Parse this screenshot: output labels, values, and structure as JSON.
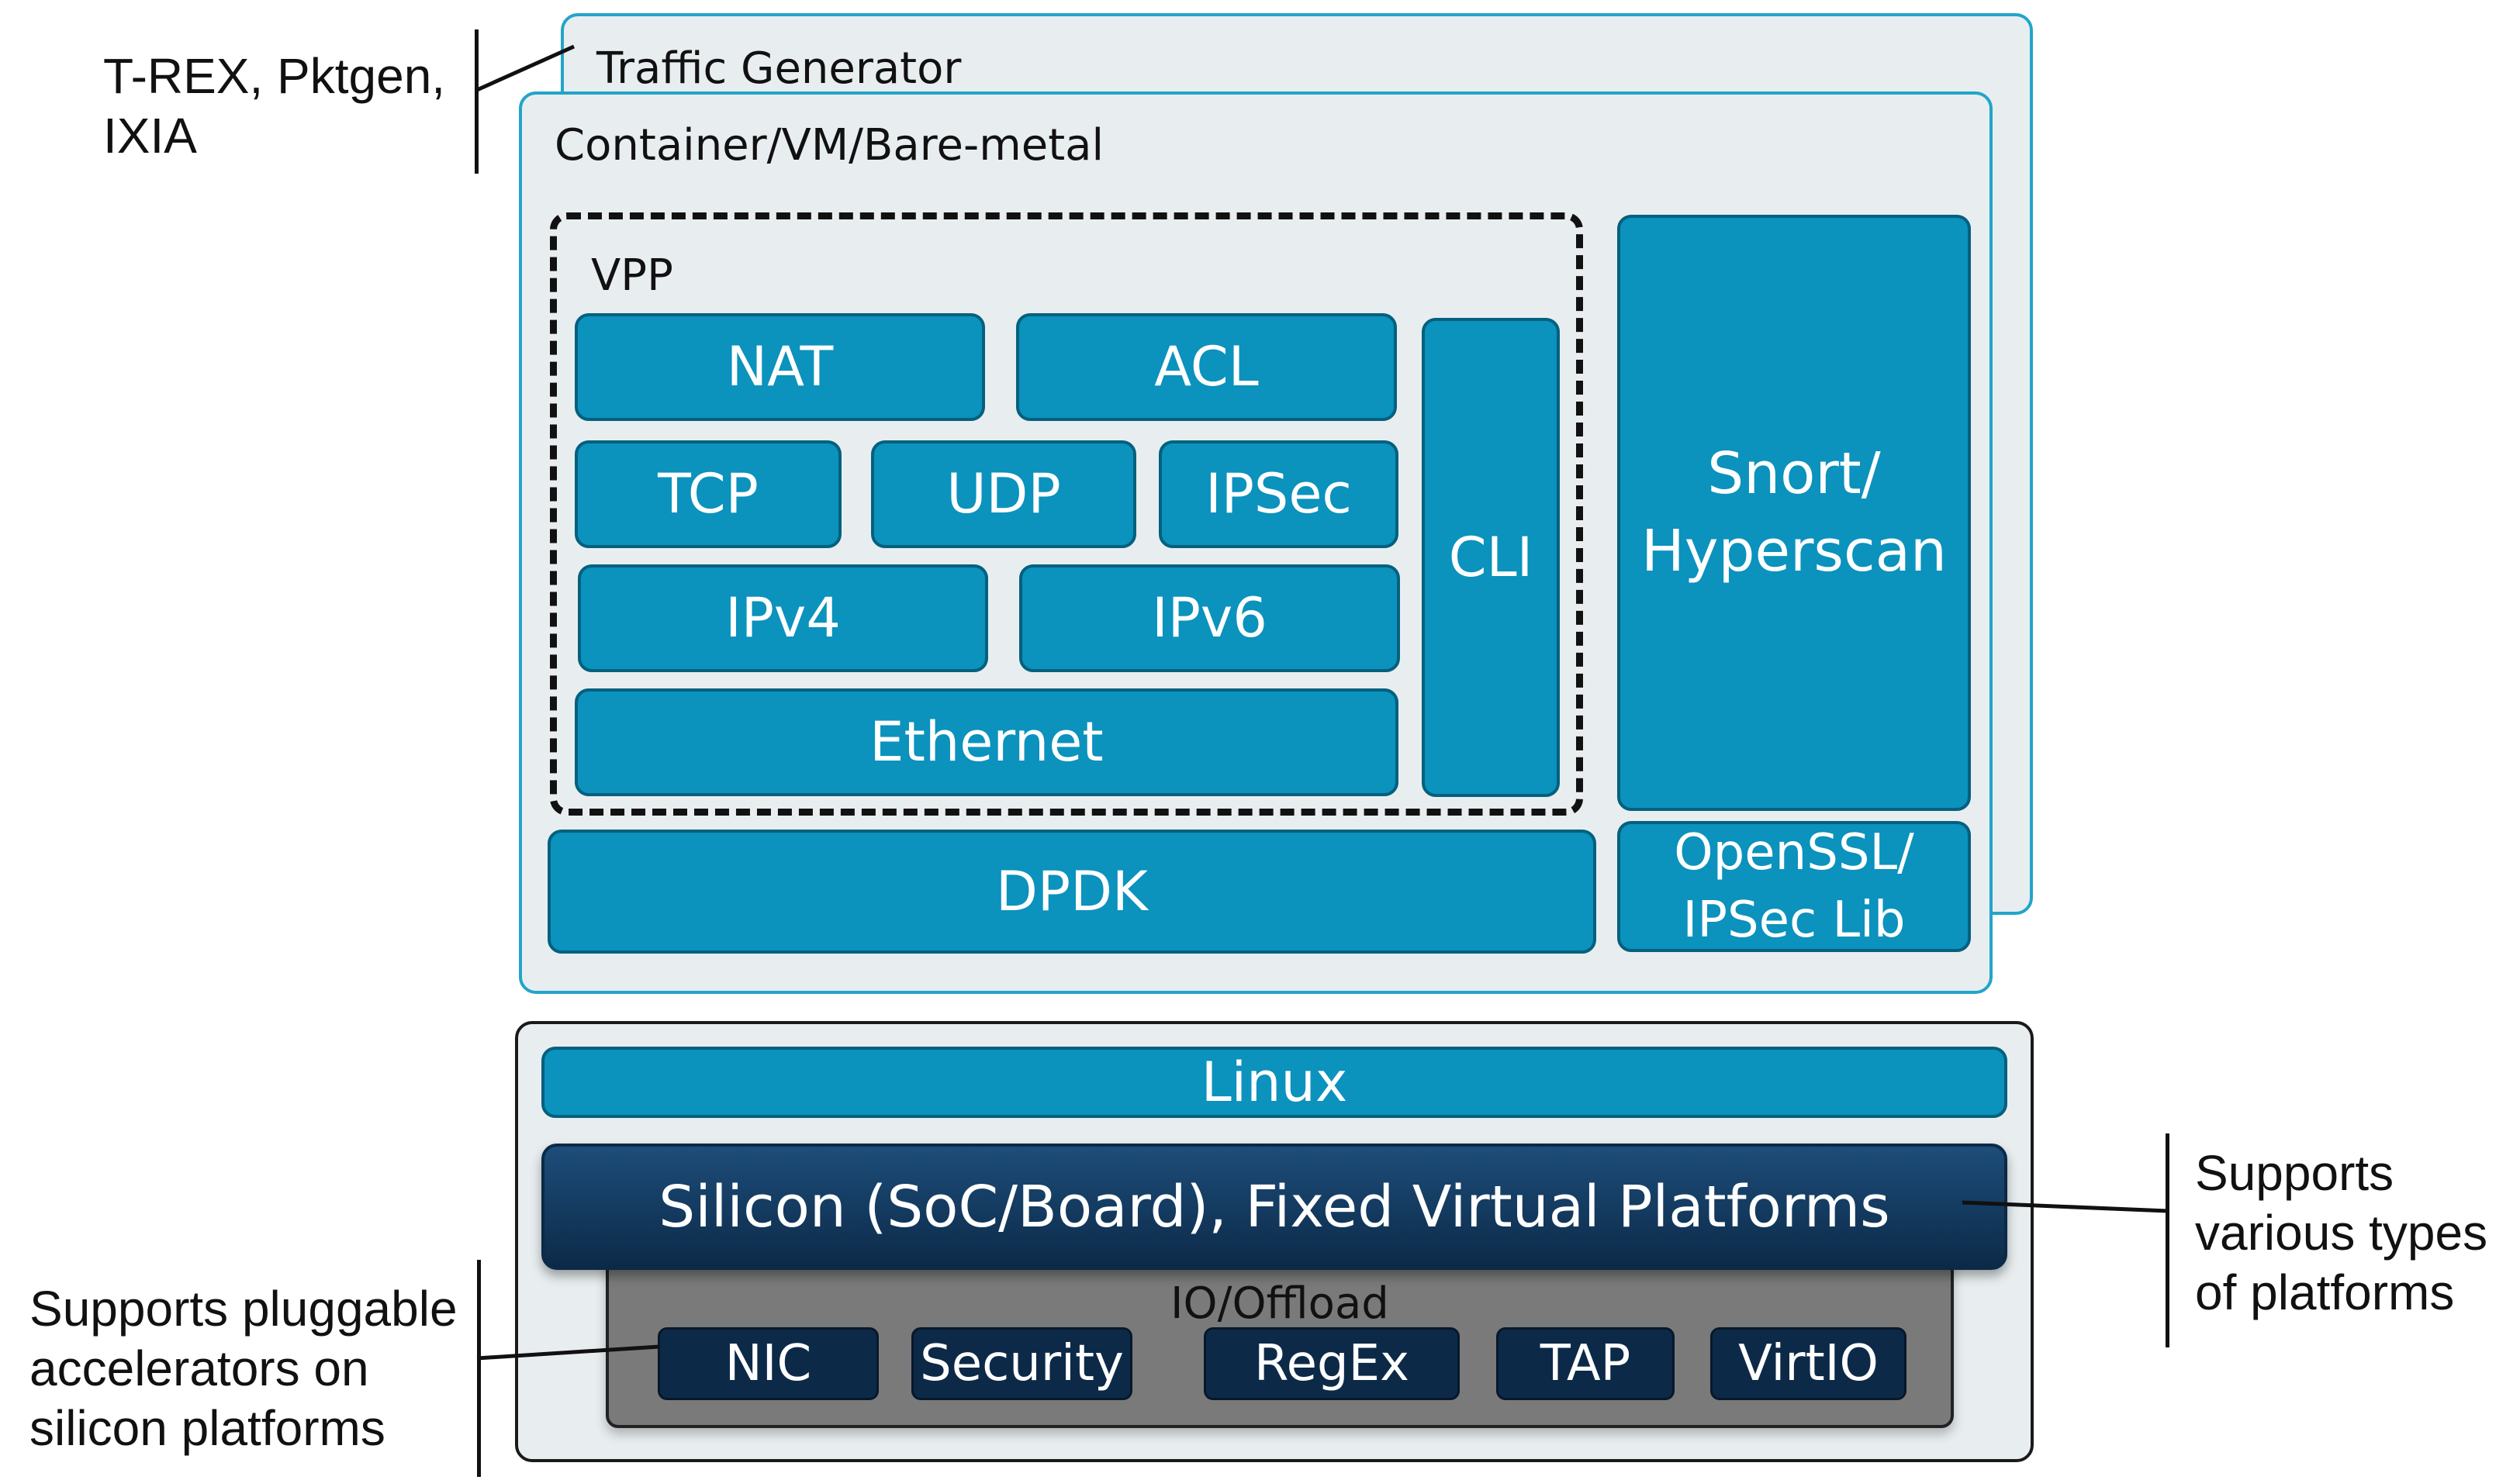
{
  "traffic_generator": {
    "label": "Traffic Generator",
    "examples": "T-REX, Pktgen,\nIXIA"
  },
  "container": {
    "label": "Container/VM/Bare-metal",
    "vpp": {
      "label": "VPP",
      "blocks": {
        "nat": "NAT",
        "acl": "ACL",
        "tcp": "TCP",
        "udp": "UDP",
        "ipsec": "IPSec",
        "ipv4": "IPv4",
        "ipv6": "IPv6",
        "ethernet": "Ethernet",
        "cli": "CLI"
      }
    },
    "snort": "Snort/\nHyperscan",
    "dpdk": "DPDK",
    "openssl": "OpenSSL/\nIPSec Lib"
  },
  "platform": {
    "linux": "Linux",
    "silicon": "Silicon (SoC/Board), Fixed Virtual Platforms",
    "offload": {
      "label": "IO/Offload",
      "items": [
        "NIC",
        "Security",
        "RegEx",
        "TAP",
        "VirtIO"
      ]
    }
  },
  "notes": {
    "platforms": "Supports\nvarious types\nof platforms",
    "accelerators": "Supports pluggable\naccelerators on\nsilicon platforms"
  },
  "colors": {
    "block": "#0b92bd",
    "block_border": "#05607f",
    "panel_bg": "#e8eef0",
    "panel_border": "#23a4c9",
    "silicon": "#0c2a48",
    "offload": "#7a7a7a"
  }
}
